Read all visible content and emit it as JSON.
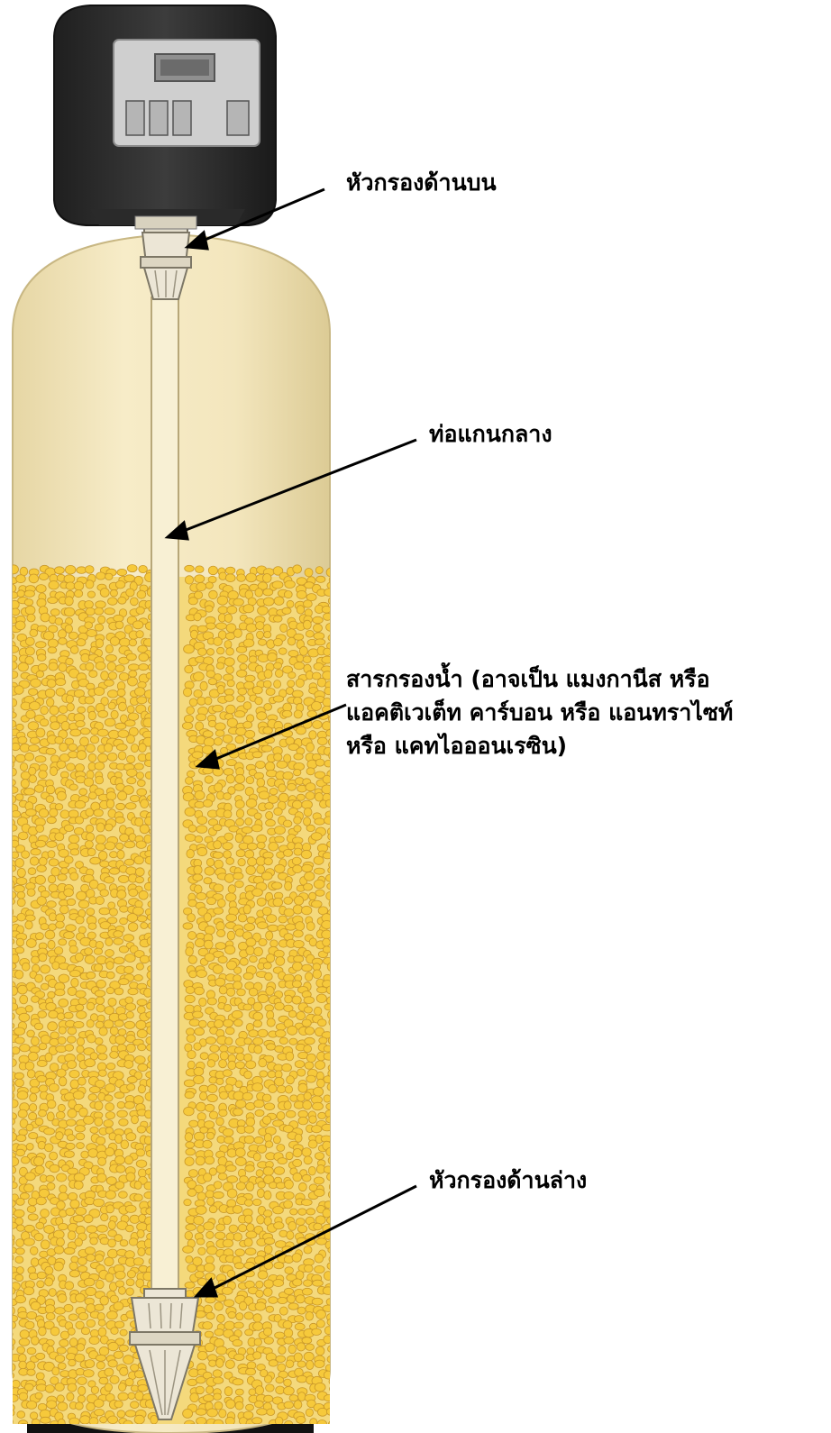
{
  "colors": {
    "tank_shell": "#f3e6bd",
    "tank_outline": "#c8b783",
    "media_base": "#f2cf5a",
    "bead_fill": "#f6c93b",
    "bead_edge": "#c9982a",
    "valve_body": "#2e2e2e",
    "valve_panel": "#cfcfcf",
    "base_stand": "#111111",
    "distributor": "#ece6d6",
    "arrow": "#000000"
  },
  "icons": {
    "control_valve": "control-valve-head-icon",
    "upper_distributor": "upper-distributor-icon",
    "lower_distributor": "lower-distributor-icon"
  },
  "labels": {
    "top_distributor": "หัวกรองด้านบน",
    "riser_tube": "ท่อแกนกลาง",
    "filter_media_lines": [
      "สารกรองน้ำ (อาจเป็น แมงกานีส หรือ",
      "แอคติเวเต็ท คาร์บอน หรือ แอนทราไซท์",
      "หรือ แคทไอออนเรซิน)"
    ],
    "bottom_distributor": "หัวกรองด้านล่าง"
  }
}
